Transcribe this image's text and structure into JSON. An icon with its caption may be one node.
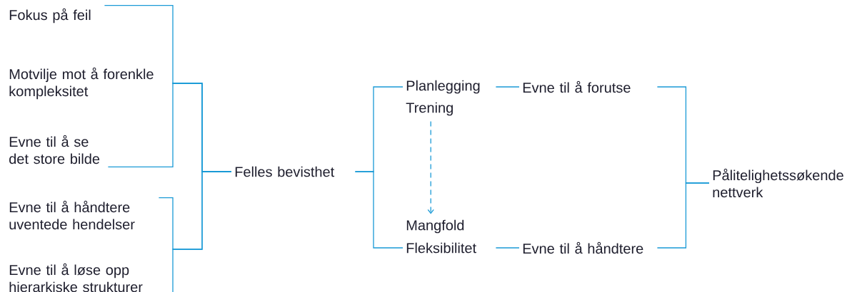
{
  "diagram": {
    "nodes": [
      {
        "text": [
          "Fokus på feil"
        ]
      },
      {
        "text": [
          "Motvilje mot å forenkle kompleksitet"
        ]
      },
      {
        "text": [
          "Evne til å se det store bilde"
        ]
      },
      {
        "text": [
          "Evne til å håndtere uventede hendelser"
        ]
      },
      {
        "text": [
          "Evne til å løse opp hierarkiske strukturer"
        ]
      },
      {
        "text": [
          "Felles bevisthet"
        ]
      },
      {
        "text": [
          "Planlegging"
        ]
      },
      {
        "text": [
          "Trening"
        ]
      },
      {
        "text": [
          "Mangfold"
        ]
      },
      {
        "text": [
          "Fleksibilitet"
        ]
      },
      {
        "text": [
          "Evne til å forutse"
        ]
      },
      {
        "text": [
          "Evne til å håndtere"
        ]
      },
      {
        "text": [
          "Pålitelighetssøkende nettverk"
        ]
      }
    ],
    "edges": [
      {
        "from": 0,
        "to": 5,
        "arrow": "none"
      },
      {
        "from": 1,
        "to": 5,
        "arrow": "none"
      },
      {
        "from": 2,
        "to": 5,
        "arrow": "none"
      },
      {
        "from": 3,
        "to": 5,
        "arrow": "none"
      },
      {
        "from": 4,
        "to": 5,
        "arrow": "none"
      },
      {
        "from": 5,
        "to": 6,
        "arrow": "none"
      },
      {
        "from": 5,
        "to": 9,
        "arrow": "none"
      },
      {
        "from": 6,
        "to": 10,
        "arrow": "none"
      },
      {
        "from": 9,
        "to": 11,
        "arrow": "none"
      },
      {
        "from": 10,
        "to": 12,
        "arrow": "none"
      },
      {
        "from": 11,
        "to": 12,
        "arrow": "none"
      },
      {
        "from": 7,
        "to": 8,
        "arrow": "to",
        "style": "dashed"
      }
    ]
  }
}
